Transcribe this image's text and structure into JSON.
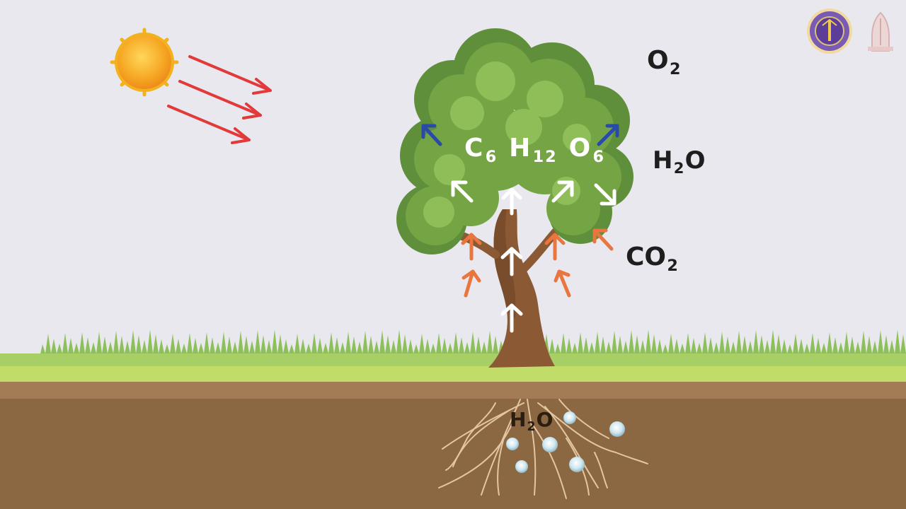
{
  "labels": {
    "o2": {
      "base": "O",
      "sub": "2"
    },
    "h2o_air": {
      "pre": "H",
      "sub": "2",
      "post": "O"
    },
    "co2": {
      "base": "CO",
      "sub": "2"
    },
    "glucose": {
      "c": "C",
      "c_sub": "6",
      "h": "H",
      "h_sub": "12",
      "o": "O",
      "o_sub": "6"
    },
    "h2o_soil": {
      "pre": "H",
      "sub": "2",
      "post": "O"
    }
  },
  "colors": {
    "sky": "#e8e8ee",
    "sun": "#f5a623",
    "light_ray": "#e23a3a",
    "o2_arrow": "#2a4aa8",
    "co2_arrow": "#e8763e",
    "flow_arrow": "#ffffff",
    "grass": "#8dc05a",
    "soil": "#8b6742",
    "trunk": "#8b5a34"
  },
  "icons": [
    "sun-icon",
    "university-seal-icon",
    "university-crest-icon"
  ]
}
